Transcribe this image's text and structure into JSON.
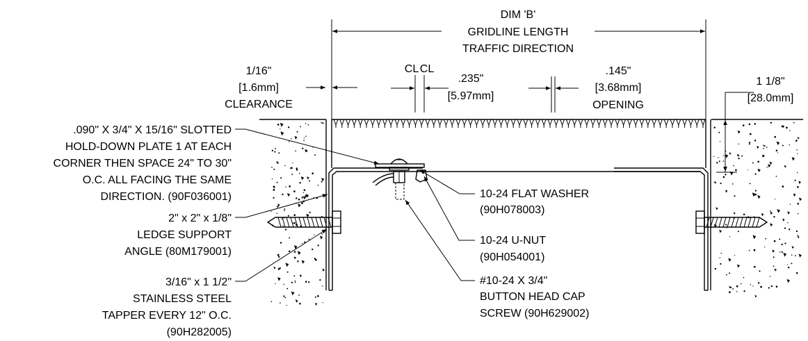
{
  "dimensions": {
    "dim_b": [
      "DIM 'B'",
      "GRIDLINE LENGTH",
      "TRAFFIC DIRECTION"
    ],
    "clearance": [
      "1/16\"",
      "[1.6mm]",
      "CLEARANCE"
    ],
    "centerline": "CL",
    "bar_width": [
      ".235\"",
      "[5.97mm]"
    ],
    "opening": [
      ".145\"",
      "[3.68mm]",
      "OPENING"
    ],
    "depth": [
      "1 1/8\"",
      "[28.0mm]"
    ]
  },
  "callouts_left": {
    "hold_down_plate": [
      ".090\" X 3/4\" X 15/16\" SLOTTED",
      "HOLD-DOWN PLATE 1 AT EACH",
      "CORNER THEN SPACE 24\" TO 30\"",
      "O.C. ALL FACING THE SAME",
      "DIRECTION. (90F036001)"
    ],
    "ledge_angle": [
      "2\" x 2\" x 1/8\"",
      "LEDGE SUPPORT",
      "ANGLE (80M179001)"
    ],
    "tapper": [
      "3/16\" x 1 1/2\"",
      "STAINLESS STEEL",
      "TAPPER EVERY 12\" O.C.",
      "(90H282005)"
    ]
  },
  "callouts_right": {
    "flat_washer": [
      "10-24 FLAT WASHER",
      "(90H078003)"
    ],
    "u_nut": [
      "10-24 U-NUT",
      "(90H054001)"
    ],
    "cap_screw": [
      "#10-24 X 3/4\"",
      "BUTTON HEAD CAP",
      "SCREW (90H629002)"
    ]
  }
}
